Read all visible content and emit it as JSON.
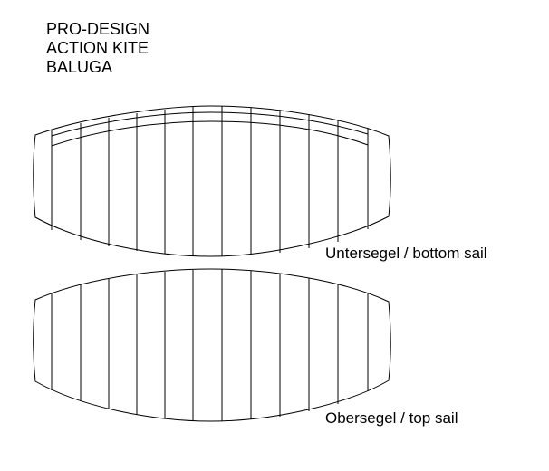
{
  "title": {
    "line1": "PRO-DESIGN",
    "line2": "ACTION KITE",
    "line3": "BALUGA"
  },
  "labels": {
    "bottom_sail": "Untersegel / bottom sail",
    "top_sail": "Obersegel / top sail"
  },
  "colors": {
    "line": "#000000",
    "background": "#ffffff"
  }
}
